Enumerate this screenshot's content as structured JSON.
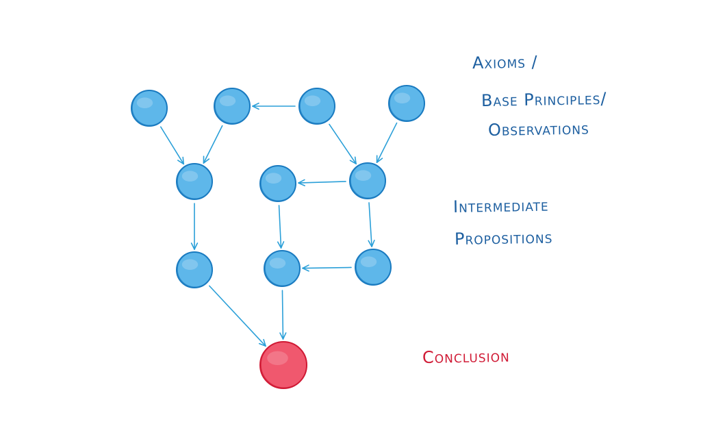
{
  "labels": {
    "axioms_line1": "Axioms /",
    "axioms_line2": "Base Principles/",
    "axioms_line3": "Observations",
    "intermediate_line1": "Intermediate",
    "intermediate_line2": "Propositions",
    "conclusion": "Conclusion"
  },
  "colors": {
    "node_fill": "#5eb7ea",
    "node_stroke": "#1a7bc0",
    "conclusion_fill": "#f0586e",
    "conclusion_stroke": "#d01a35",
    "edge": "#2a9fd8",
    "label_blue": "#1d5fa0",
    "label_red": "#d01a35"
  },
  "nodes": [
    {
      "id": "a1",
      "role": "axiom"
    },
    {
      "id": "a2",
      "role": "axiom"
    },
    {
      "id": "a3",
      "role": "axiom"
    },
    {
      "id": "a4",
      "role": "axiom"
    },
    {
      "id": "m1",
      "role": "intermediate"
    },
    {
      "id": "m2",
      "role": "intermediate"
    },
    {
      "id": "m3",
      "role": "intermediate"
    },
    {
      "id": "p1",
      "role": "intermediate"
    },
    {
      "id": "p2",
      "role": "intermediate"
    },
    {
      "id": "p3",
      "role": "intermediate"
    },
    {
      "id": "c",
      "role": "conclusion"
    }
  ],
  "edges": [
    {
      "from": "a1",
      "to": "m1"
    },
    {
      "from": "a2",
      "to": "m1"
    },
    {
      "from": "a3",
      "to": "a2"
    },
    {
      "from": "a3",
      "to": "m3"
    },
    {
      "from": "a4",
      "to": "m3"
    },
    {
      "from": "m3",
      "to": "m2"
    },
    {
      "from": "m1",
      "to": "p1"
    },
    {
      "from": "m2",
      "to": "p2"
    },
    {
      "from": "m3",
      "to": "p3"
    },
    {
      "from": "p3",
      "to": "p2"
    },
    {
      "from": "p1",
      "to": "c"
    },
    {
      "from": "p2",
      "to": "c"
    }
  ]
}
